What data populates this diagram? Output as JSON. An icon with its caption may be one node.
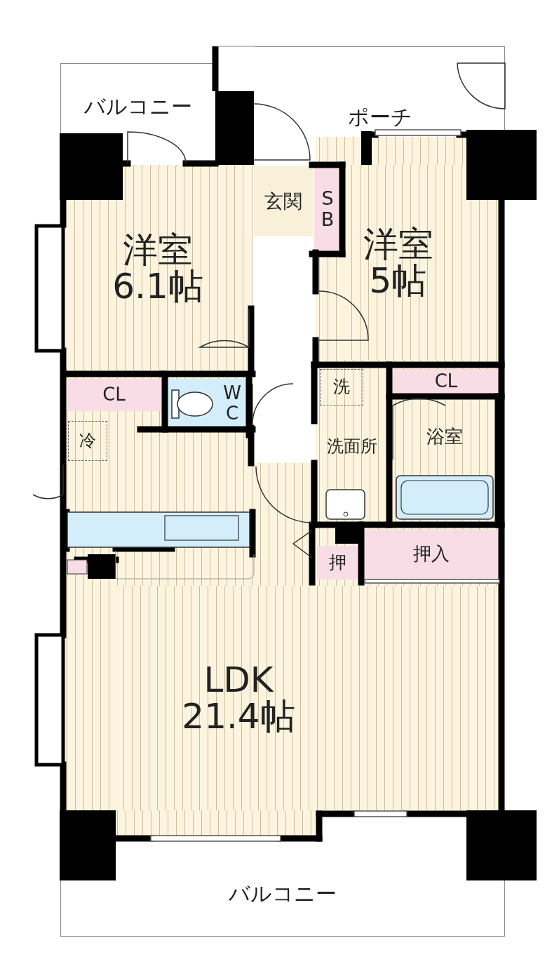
{
  "diagram": {
    "nodes": [
      {
        "text": [
          "バルコニー"
        ]
      },
      {
        "text": [
          "ポーチ"
        ]
      },
      {
        "text": [
          "玄関"
        ]
      },
      {
        "text": [
          "SB"
        ]
      },
      {
        "text": [
          "洋室",
          "6.1帖"
        ]
      },
      {
        "text": [
          "洋室",
          "5帖"
        ]
      },
      {
        "text": [
          "CL"
        ]
      },
      {
        "text": [
          "WC"
        ]
      },
      {
        "text": [
          "冷"
        ]
      },
      {
        "text": [
          "洗"
        ]
      },
      {
        "text": [
          "CL"
        ]
      },
      {
        "text": [
          "洗面所"
        ]
      },
      {
        "text": [
          "浴室"
        ]
      },
      {
        "text": [
          "押"
        ]
      },
      {
        "text": [
          "押入"
        ]
      },
      {
        "text": [
          "LDK",
          "21.4帖"
        ]
      },
      {
        "text": [
          "バルコニー"
        ]
      }
    ]
  }
}
